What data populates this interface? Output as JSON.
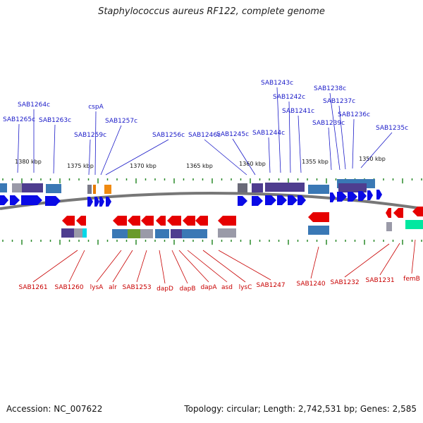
{
  "title": "Staphylococcus aureus RF122, complete genome",
  "footer": {
    "accession": "Accession: NC_007622",
    "summary": "Topology: circular; Length: 2,742,531 bp; Genes: 2,585"
  },
  "colors": {
    "forward_gene": "#0a0ae6",
    "reverse_gene": "#e60000",
    "forward_label": "#1a1ac8",
    "reverse_label": "#c80000",
    "backbone": "#777777",
    "tick": "#2a8a2a"
  },
  "scale_labels": [
    "1380 kbp",
    "1375 kbp",
    "1370 kbp",
    "1365 kbp",
    "1360 kbp",
    "1355 kbp",
    "1350 kbp"
  ],
  "top_gene_labels": [
    "SAB1265c",
    "SAB1264c",
    "SAB1263c",
    "cspA",
    "SAB1259c",
    "SAB1257c",
    "SAB1256c",
    "SAB1246c",
    "SAB1245c",
    "SAB1244c",
    "SAB1243c",
    "SAB1242c",
    "SAB1241c",
    "SAB1239c",
    "SAB1238c",
    "SAB1237c",
    "SAB1236c",
    "SAB1235c"
  ],
  "bottom_gene_labels": [
    "SAB1261",
    "SAB1260",
    "lysA",
    "alr",
    "SAB1253",
    "dapD",
    "dapB",
    "dapA",
    "asd",
    "lysC",
    "SAB1247",
    "SAB1240",
    "SAB1232",
    "SAB1231",
    "femB"
  ]
}
